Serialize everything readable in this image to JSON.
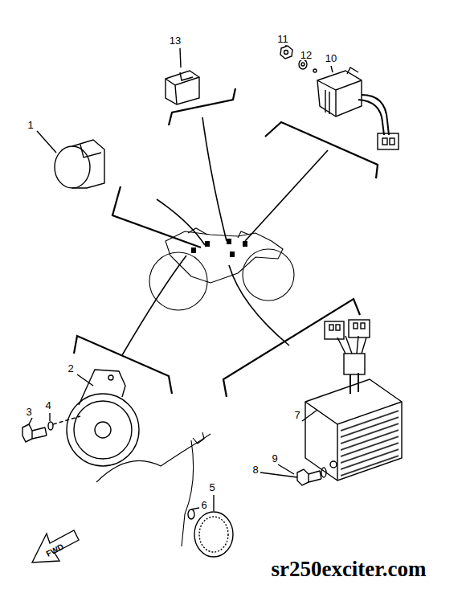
{
  "diagram": {
    "labels": [
      "13",
      "11",
      "12",
      "10",
      "1",
      "2",
      "3",
      "4",
      "7",
      "8",
      "9",
      "6",
      "5",
      "FWD",
      "sr250exciter.com"
    ]
  }
}
